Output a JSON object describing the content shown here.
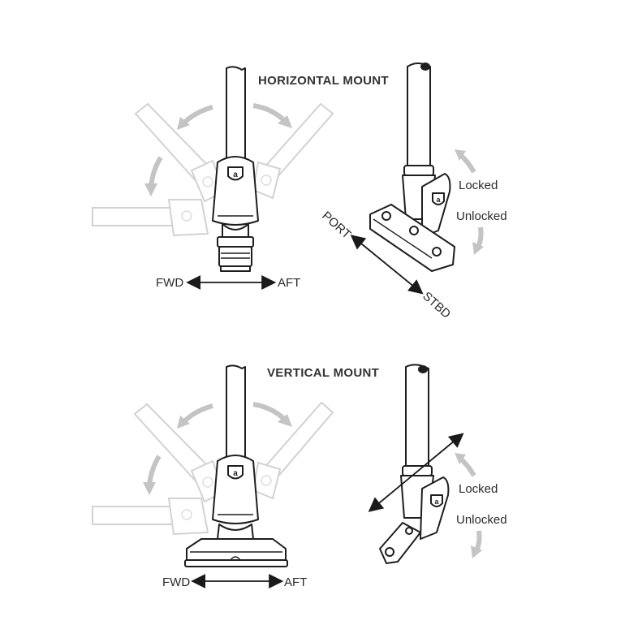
{
  "horizontal": {
    "title": "HORIZONTAL MOUNT",
    "fwd": "FWD",
    "aft": "AFT",
    "port": "PORT",
    "stbd": "STBD",
    "locked": "Locked",
    "unlocked": "Unlocked",
    "badge": "a"
  },
  "vertical": {
    "title": "VERTICAL MOUNT",
    "fwd": "FWD",
    "aft": "AFT",
    "locked": "Locked",
    "unlocked": "Unlocked",
    "badge": "a"
  },
  "colors": {
    "line": "#1e1e1e",
    "ghost": "#d2d2d2",
    "arrow_grey": "#c4c4c4"
  },
  "icons": [
    "shield-logo-icon",
    "rotate-arrow-icon",
    "double-arrow-icon"
  ]
}
